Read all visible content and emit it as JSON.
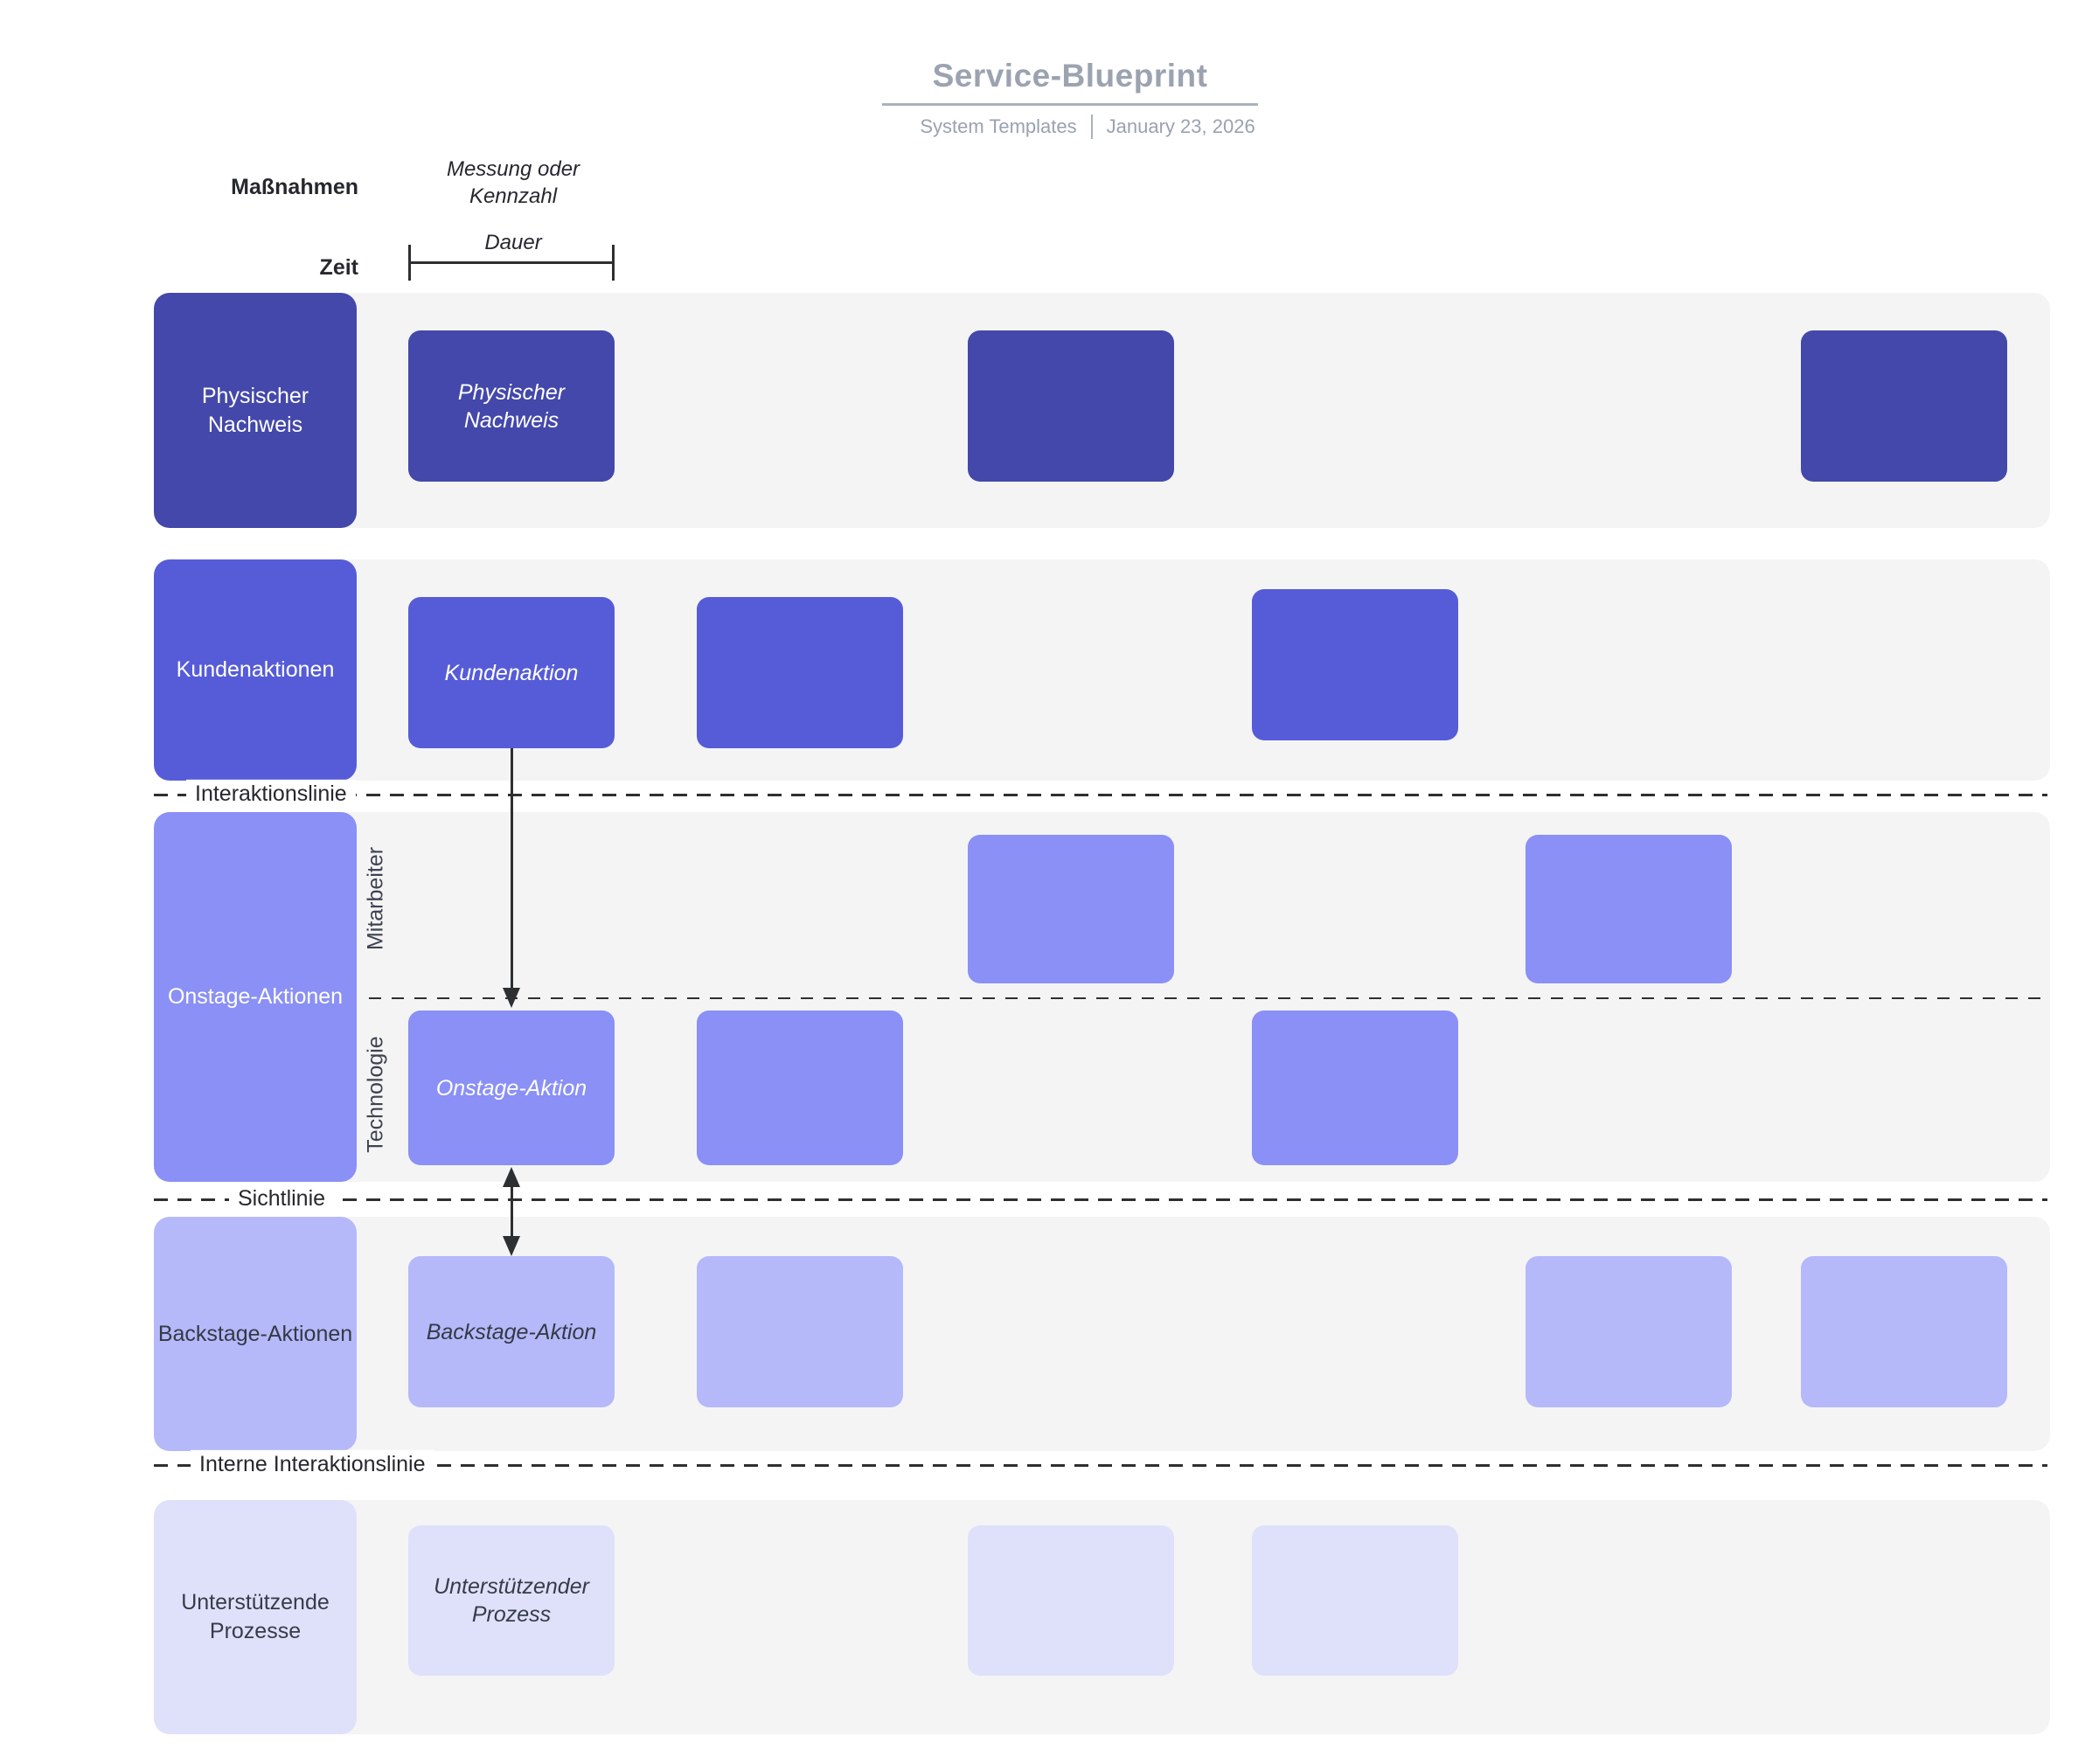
{
  "header": {
    "title": "Service-Blueprint",
    "source": "System Templates",
    "date": "January 23, 2026"
  },
  "axis_labels": {
    "measures": "Maßnahmen",
    "time": "Zeit",
    "metric": "Messung oder Kennzahl",
    "duration": "Dauer"
  },
  "separator_lines": {
    "interaction": "Interaktionslinie",
    "visibility": "Sichtlinie",
    "internal_interaction": "Interne Interaktionslinie"
  },
  "lanes": [
    {
      "label": "Physischer Nachweis",
      "item_label": "Physischer Nachweis",
      "color": "#4448aa",
      "text_color": "#ffffff",
      "unlabeled_boxes": 2
    },
    {
      "label": "Kundenaktionen",
      "item_label": "Kundenaktion",
      "color": "#565cd7",
      "text_color": "#ffffff",
      "unlabeled_boxes": 2
    },
    {
      "label": "Onstage-Aktionen",
      "item_label": "Onstage-Aktion",
      "color": "#8a90f5",
      "text_color": "#ffffff",
      "sublanes": [
        "Mitarbeiter",
        "Technologie"
      ],
      "unlabeled_boxes": 4
    },
    {
      "label": "Backstage-Aktionen",
      "item_label": "Backstage-Aktion",
      "color": "#b5b9fa",
      "text_color": "#333a45",
      "unlabeled_boxes": 3
    },
    {
      "label": "Unterstützende Prozesse",
      "item_label": "Unterstützender Prozess",
      "color": "#dfe1fb",
      "text_color": "#363c49",
      "unlabeled_boxes": 2
    }
  ],
  "palette": {
    "page_background": "#ffffff",
    "lane_background": "#f4f4f5",
    "title_text": "#9ba3b0",
    "subtitle_text": "#99a2b0",
    "line_and_arrow": "#2e2f31",
    "dark_label_text": "#26282e"
  }
}
